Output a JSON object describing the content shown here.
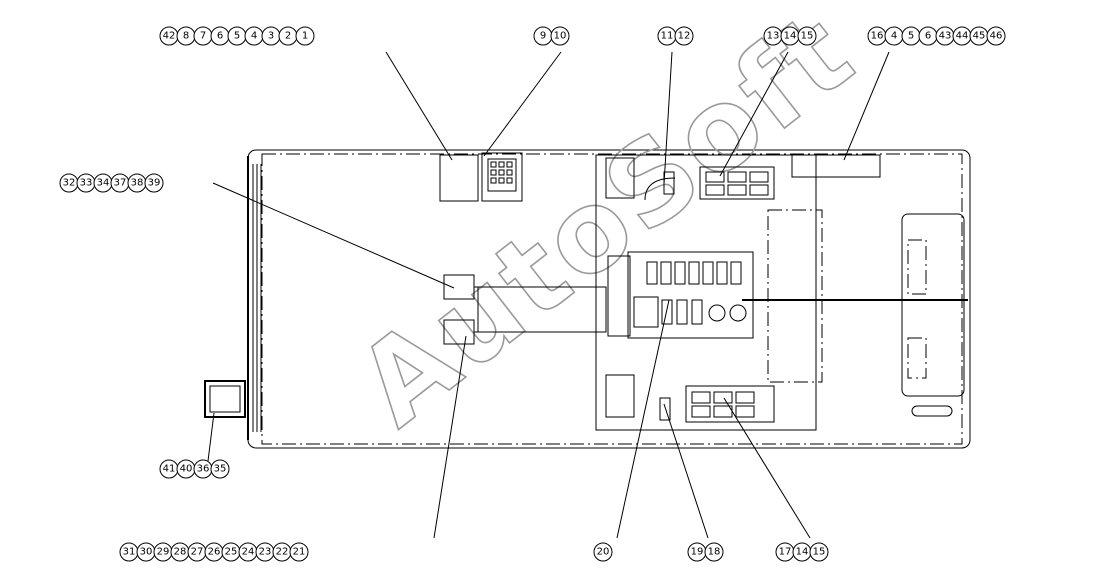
{
  "watermark": "AutoSoft",
  "callouts": [
    {
      "id": "callout-top-left",
      "numbers": [
        "42",
        "8",
        "7",
        "6",
        "5",
        "4",
        "3",
        "2",
        "1"
      ]
    },
    {
      "id": "callout-top-keypad",
      "numbers": [
        "9",
        "10"
      ]
    },
    {
      "id": "callout-top-relay",
      "numbers": [
        "11",
        "12"
      ]
    },
    {
      "id": "callout-top-fusebox",
      "numbers": [
        "13",
        "14",
        "15"
      ]
    },
    {
      "id": "callout-top-right",
      "numbers": [
        "16",
        "4",
        "5",
        "6",
        "43",
        "44",
        "45",
        "46"
      ]
    },
    {
      "id": "callout-left-upper",
      "numbers": [
        "32",
        "33",
        "34",
        "37",
        "38",
        "39"
      ]
    },
    {
      "id": "callout-left-lower",
      "numbers": [
        "41",
        "40",
        "36",
        "35"
      ]
    },
    {
      "id": "callout-bottom-left",
      "numbers": [
        "31",
        "30",
        "29",
        "28",
        "27",
        "26",
        "25",
        "24",
        "23",
        "22",
        "21"
      ]
    },
    {
      "id": "callout-bottom-center",
      "numbers": [
        "20"
      ]
    },
    {
      "id": "callout-bottom-relay",
      "numbers": [
        "19",
        "18"
      ]
    },
    {
      "id": "callout-bottom-fusebox",
      "numbers": [
        "17",
        "14",
        "15"
      ]
    }
  ]
}
